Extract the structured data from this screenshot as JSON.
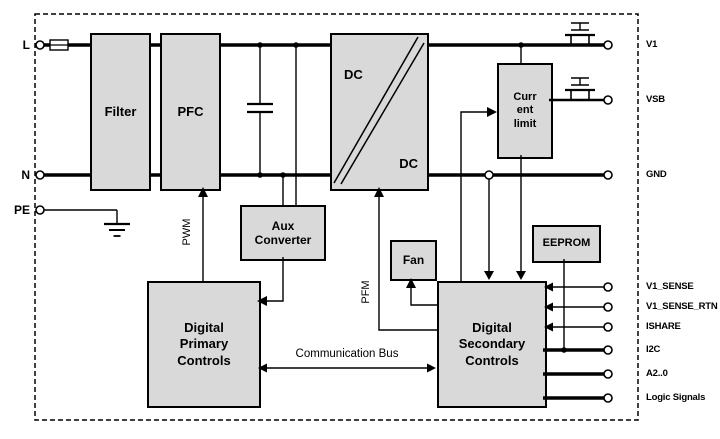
{
  "blocks": {
    "filter": "Filter",
    "pfc": "PFC",
    "dc_top": "DC",
    "dc_bottom": "DC",
    "aux_converter": "Aux Converter",
    "current_limit": "Curr ent limit",
    "fan": "Fan",
    "eeprom": "EEPROM",
    "digital_primary": "Digital Primary Controls",
    "digital_secondary": "Digital Secondary Controls"
  },
  "signals": {
    "pwm": "PWM",
    "pfm": "PFM",
    "communication_bus": "Communication Bus"
  },
  "terminals": {
    "left": [
      "L",
      "N",
      "PE"
    ],
    "right": [
      "V1",
      "VSB",
      "GND",
      "V1_SENSE",
      "V1_SENSE_RTN",
      "ISHARE",
      "I2C",
      "A2..0",
      "Logic Signals"
    ]
  },
  "symbols": {
    "fuse": "fuse",
    "capacitor": "bulk-capacitor",
    "earth_ground": "earth-ground",
    "mosfet": "mosfet-switch",
    "terminal": "open-circle-terminal"
  },
  "colors": {
    "block_fill": "#d9d9d9",
    "line": "#000000",
    "background": "#ffffff"
  }
}
